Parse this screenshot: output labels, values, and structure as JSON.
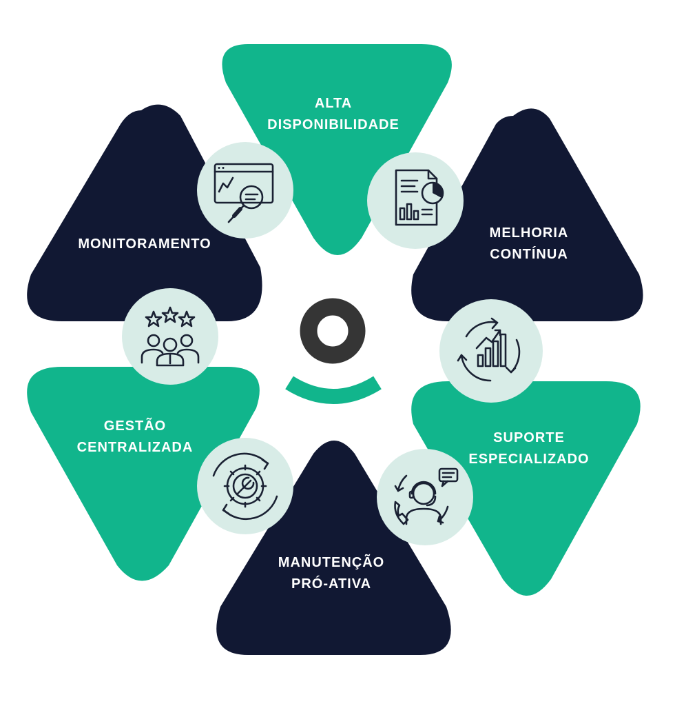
{
  "colors": {
    "navy": "#111833",
    "green": "#11b58c",
    "circle": "#d8ece7",
    "logo_ring": "#353535",
    "logo_arc": "#11b58c"
  },
  "logo": {
    "icon": "brand-ring-smile-logo"
  },
  "segments": [
    {
      "id": "alta-disponibilidade",
      "line1": "ALTA",
      "line2": "DISPONIBILIDADE",
      "color": "green",
      "icon": "document-chart-icon"
    },
    {
      "id": "melhoria-continua",
      "line1": "MELHORIA",
      "line2": "CONTÍNUA",
      "color": "navy",
      "icon": "growth-cycle-icon"
    },
    {
      "id": "suporte-especializado",
      "line1": "SUPORTE",
      "line2": "ESPECIALIZADO",
      "color": "green",
      "icon": "support-agent-icon"
    },
    {
      "id": "manutencao-pro-ativa",
      "line1": "MANUTENÇÃO",
      "line2": "PRÓ-ATIVA",
      "color": "navy",
      "icon": "gear-wrench-icon"
    },
    {
      "id": "gestao-centralizada",
      "line1": "GESTÃO",
      "line2": "CENTRALIZADA",
      "color": "green",
      "icon": "team-rating-icon"
    },
    {
      "id": "monitoramento",
      "line1": "MONITORAMENTO",
      "line2": "",
      "color": "navy",
      "icon": "monitor-search-icon"
    }
  ]
}
